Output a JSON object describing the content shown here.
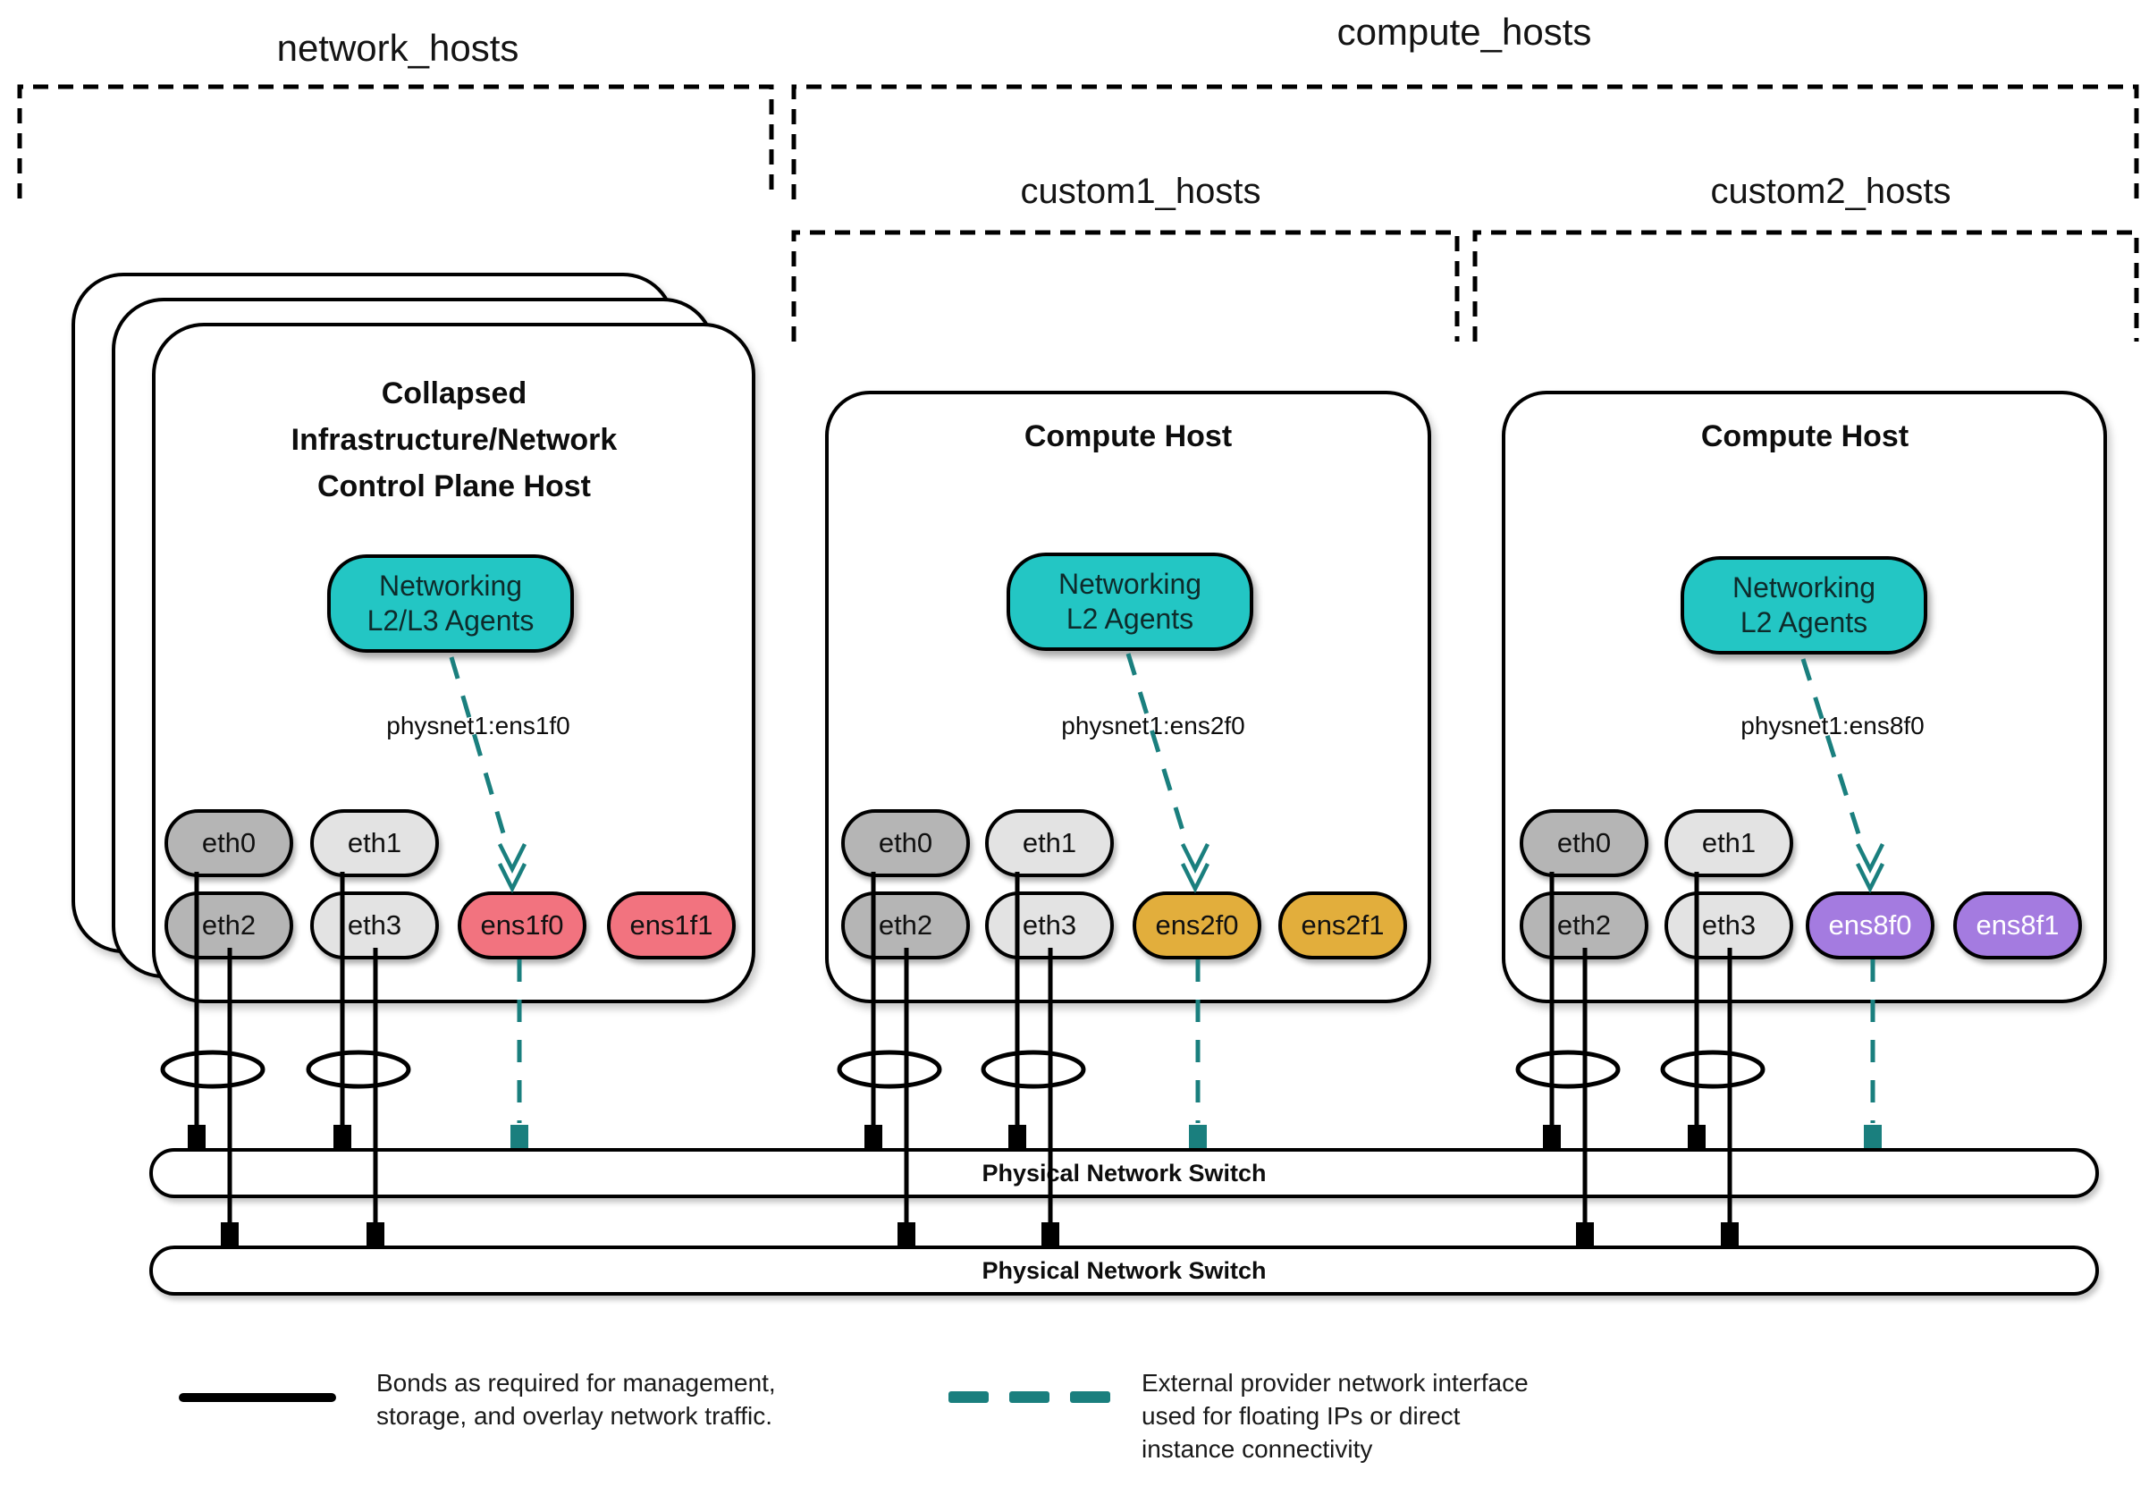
{
  "group_labels": {
    "network_hosts": "network_hosts",
    "compute_hosts": "compute_hosts",
    "custom1_hosts": "custom1_hosts",
    "custom2_hosts": "custom2_hosts"
  },
  "hosts": [
    {
      "title_lines": [
        "Collapsed",
        "Infrastructure/Network",
        "Control Plane Host"
      ],
      "agent_lines": [
        "Networking",
        "L2/L3 Agents"
      ],
      "physnet_label": "physnet1:ens1f0",
      "nics": {
        "row1": [
          "eth0",
          "eth1"
        ],
        "row2": [
          "eth2",
          "eth3",
          "ens1f0",
          "ens1f1"
        ]
      },
      "provider_color": "#f2737f"
    },
    {
      "title_lines": [
        "Compute Host"
      ],
      "agent_lines": [
        "Networking",
        "L2 Agents"
      ],
      "physnet_label": "physnet1:ens2f0",
      "nics": {
        "row1": [
          "eth0",
          "eth1"
        ],
        "row2": [
          "eth2",
          "eth3",
          "ens2f0",
          "ens2f1"
        ]
      },
      "provider_color": "#e2ae3c"
    },
    {
      "title_lines": [
        "Compute Host"
      ],
      "agent_lines": [
        "Networking",
        "L2 Agents"
      ],
      "physnet_label": "physnet1:ens8f0",
      "nics": {
        "row1": [
          "eth0",
          "eth1"
        ],
        "row2": [
          "eth2",
          "eth3",
          "ens8f0",
          "ens8f1"
        ]
      },
      "provider_color": "#a47be0"
    }
  ],
  "switches": [
    {
      "label": "Physical Network Switch"
    },
    {
      "label": "Physical Network Switch"
    }
  ],
  "legend": {
    "bond_lines": [
      "Bonds as required for management,",
      "storage, and overlay network traffic."
    ],
    "provider_lines": [
      "External provider network interface",
      "used for floating IPs or direct",
      "instance connectivity"
    ]
  },
  "colors": {
    "agent_teal": "#23c6c4",
    "provider_dash_teal": "#1a7f7e",
    "nic_gray_dark": "#b5b5b5",
    "nic_gray_light": "#e3e3e3",
    "provider_pink": "#f2737f",
    "provider_gold": "#e2ae3c",
    "provider_purple": "#a47be0",
    "line_black": "#000000"
  }
}
